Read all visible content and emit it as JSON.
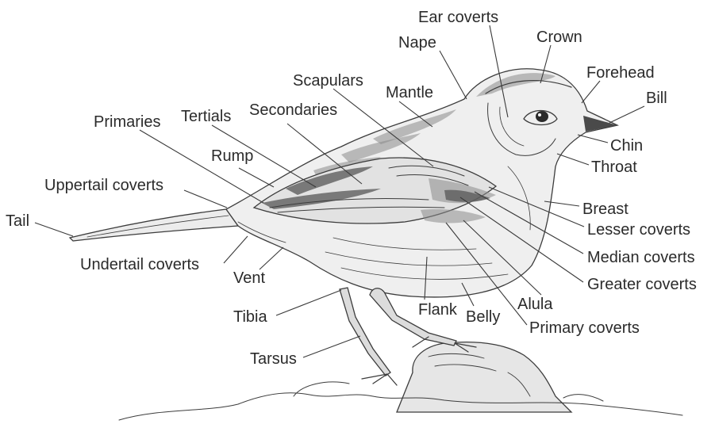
{
  "labels": {
    "ear_coverts": "Ear coverts",
    "crown": "Crown",
    "nape": "Nape",
    "forehead": "Forehead",
    "bill": "Bill",
    "scapulars": "Scapulars",
    "mantle": "Mantle",
    "primaries": "Primaries",
    "tertials": "Tertials",
    "secondaries": "Secondaries",
    "chin": "Chin",
    "rump": "Rump",
    "throat": "Throat",
    "uppertail_coverts": "Uppertail coverts",
    "tail": "Tail",
    "breast": "Breast",
    "lesser_coverts": "Lesser coverts",
    "undertail_coverts": "Undertail coverts",
    "median_coverts": "Median coverts",
    "vent": "Vent",
    "greater_coverts": "Greater coverts",
    "alula": "Alula",
    "flank": "Flank",
    "belly": "Belly",
    "tibia": "Tibia",
    "primary_coverts": "Primary coverts",
    "tarsus": "Tarsus"
  }
}
